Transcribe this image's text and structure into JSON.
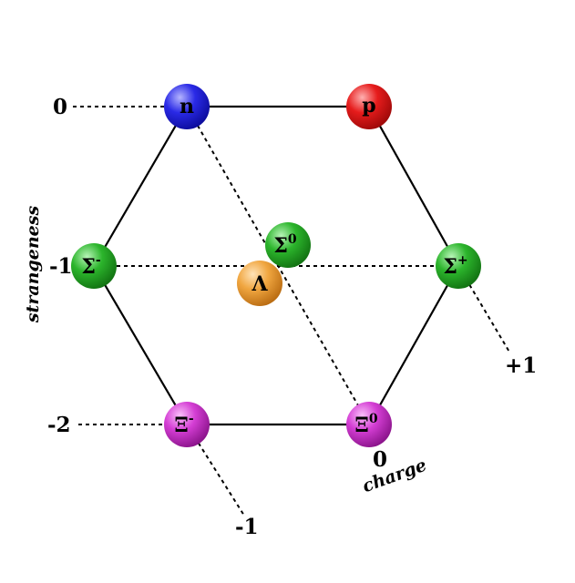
{
  "strangeness_axis": {
    "title": "strangeness",
    "ticks": [
      {
        "label": "0"
      },
      {
        "label": "-1"
      },
      {
        "label": "-2"
      }
    ]
  },
  "charge_axis": {
    "title": "charge",
    "ticks": [
      {
        "label": "-1"
      },
      {
        "label": "0"
      },
      {
        "label": "+1"
      }
    ]
  },
  "particles": [
    {
      "id": "n",
      "symbol": "n",
      "sup": "",
      "color": "#2a2ae6"
    },
    {
      "id": "p",
      "symbol": "p",
      "sup": "",
      "color": "#e61c1c"
    },
    {
      "id": "sigma-minus",
      "symbol": "Σ",
      "sup": "-",
      "color": "#2cb52c"
    },
    {
      "id": "sigma-zero",
      "symbol": "Σ",
      "sup": "0",
      "color": "#2cb52c"
    },
    {
      "id": "lambda",
      "symbol": "Λ",
      "sup": "",
      "color": "#f0a640"
    },
    {
      "id": "sigma-plus",
      "symbol": "Σ",
      "sup": "+",
      "color": "#2cb52c"
    },
    {
      "id": "xi-minus",
      "symbol": "Ξ",
      "sup": "-",
      "color": "#d43ed4"
    },
    {
      "id": "xi-zero",
      "symbol": "Ξ",
      "sup": "0",
      "color": "#d43ed4"
    }
  ]
}
